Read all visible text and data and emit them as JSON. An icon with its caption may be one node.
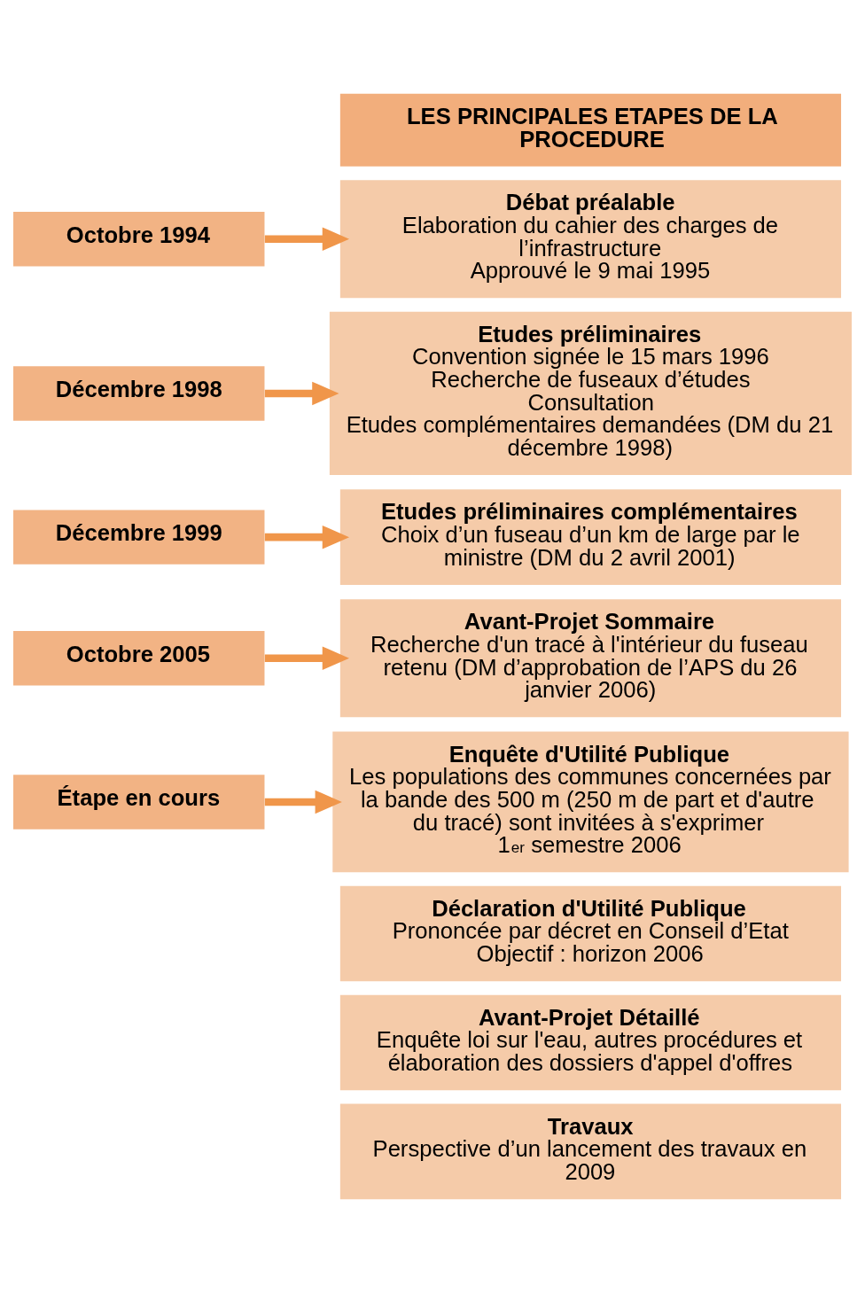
{
  "diagram": {
    "nodes": [
      {
        "text": [
          "LES PRINCIPALES ETAPES DE LA PROCEDURE"
        ]
      },
      {
        "text": [
          "Octobre 1994"
        ]
      },
      {
        "text": [
          "Débat préalable",
          "Elaboration du cahier des charges de l’infrastructure",
          "Approuvé le 9 mai 1995"
        ]
      },
      {
        "text": [
          "Décembre 1998"
        ]
      },
      {
        "text": [
          "Etudes préliminaires",
          "Convention signée le 15 mars 1996",
          "Recherche de fuseaux d’études",
          "Consultation",
          "Etudes complémentaires demandées (DM du 21 décembre 1998)"
        ]
      },
      {
        "text": [
          "Décembre 1999"
        ]
      },
      {
        "text": [
          "Etudes préliminaires complémentaires",
          "Choix d’un fuseau d’un km de large par le ministre (DM du 2 avril 2001)"
        ]
      },
      {
        "text": [
          "Octobre 2005"
        ]
      },
      {
        "text": [
          "Avant-Projet Sommaire",
          "Recherche d'un tracé à l'intérieur du fuseau retenu (DM d’approbation de l’APS du 26 janvier 2006)"
        ]
      },
      {
        "text": [
          "Étape en cours"
        ]
      },
      {
        "text": [
          "Enquête d'Utilité Publique",
          "Les populations des communes concernées par la bande des 500 m (250 m de part et d'autre du tracé) sont invitées à s'exprimer",
          "1$^{er}$ semestre 2006"
        ]
      },
      {
        "text": [
          "Déclaration d'Utilité Publique",
          "Prononcée par décret en Conseil d’Etat",
          "Objectif : horizon 2006"
        ]
      },
      {
        "text": [
          "Avant-Projet Détaillé",
          "Enquête loi sur l'eau, autres procédures et élaboration des dossiers d'appel d'offres"
        ]
      },
      {
        "text": [
          "Travaux",
          "Perspective d’un lancement des travaux en 2009"
        ]
      }
    ],
    "edges": [
      {
        "from": 1,
        "to": 2,
        "arrow": "to"
      },
      {
        "from": 3,
        "to": 4,
        "arrow": "to"
      },
      {
        "from": 5,
        "to": 6,
        "arrow": "to"
      },
      {
        "from": 7,
        "to": 8,
        "arrow": "to"
      },
      {
        "from": 9,
        "to": 10,
        "arrow": "to"
      }
    ]
  }
}
